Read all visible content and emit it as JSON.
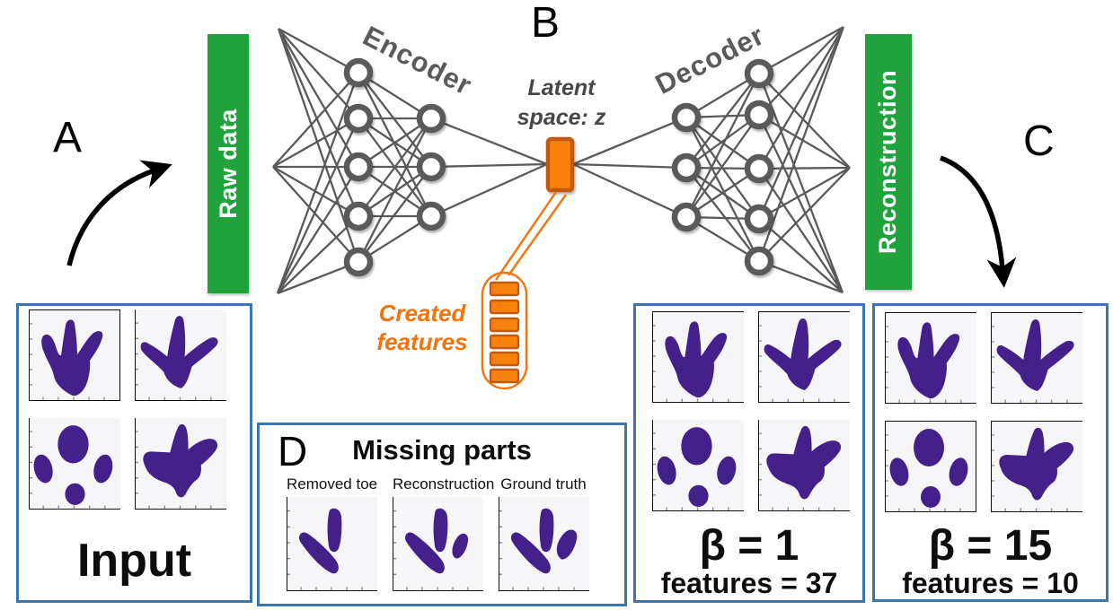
{
  "figure": {
    "label_a": "A",
    "label_b": "B",
    "label_c": "C"
  },
  "diagram": {
    "raw_data_bar": "Raw data",
    "reconstruction_bar": "Reconstruction",
    "encoder_label": "Encoder",
    "decoder_label": "Decoder",
    "latent_label": {
      "line1": "Latent",
      "line2": "space: z"
    },
    "created_features_label": {
      "line1": "Created",
      "line2": "features"
    },
    "encoder_layer_sizes": [
      5,
      3
    ],
    "decoder_layer_sizes": [
      3,
      5
    ],
    "latent_feature_slots": 6
  },
  "colors": {
    "green": "#20A33C",
    "orange": "#F8820E",
    "orange_dark": "#C1590F",
    "orange_bright": "#F4730B",
    "purple": "#44218A",
    "network_gray": "#5A5A5A",
    "panel_border": "#3C76B0"
  },
  "panels": {
    "input": {
      "label": "Input",
      "cells": [
        {
          "shape": "theropod",
          "frame": "box"
        },
        {
          "shape": "bird"
        },
        {
          "shape": "paw"
        },
        {
          "shape": "blob"
        }
      ]
    },
    "missing": {
      "label": "D",
      "title": "Missing parts",
      "columns": [
        {
          "label": "Removed toe",
          "shape": "toes2"
        },
        {
          "label": "Reconstruction",
          "shape": "toes3small"
        },
        {
          "label": "Ground truth",
          "shape": "toes3"
        }
      ]
    },
    "beta1": {
      "beta": "β = 1",
      "features": "features = 37",
      "cells": [
        {
          "shape": "theropod",
          "frame": "top"
        },
        {
          "shape": "bird",
          "frame": "top"
        },
        {
          "shape": "paw"
        },
        {
          "shape": "blob"
        }
      ]
    },
    "beta15": {
      "beta": "β = 15",
      "features": "features = 10",
      "cells": [
        {
          "shape": "theropod",
          "frame": "top"
        },
        {
          "shape": "bird",
          "frame": "top"
        },
        {
          "shape": "paw",
          "frame": "box"
        },
        {
          "shape": "blob",
          "frame": "top"
        }
      ]
    }
  }
}
